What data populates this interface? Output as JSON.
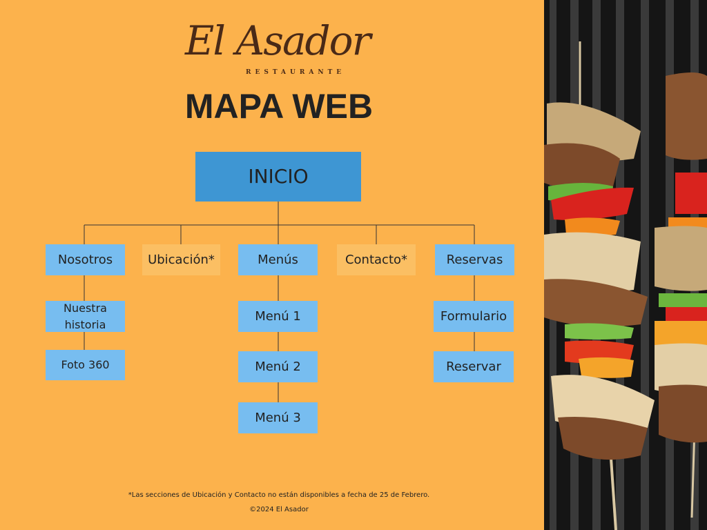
{
  "colors": {
    "background": "#fcb24c",
    "box_blue": "#77bdf0",
    "box_inicio": "#3e96d3",
    "box_pale": "#fbbf63",
    "connector": "#333333",
    "logo_brown": "#4a2a17"
  },
  "logo": {
    "name": "El Asador",
    "tagline": "RESTAURANTE"
  },
  "title": "MAPA WEB",
  "sitemap": {
    "root": "INICIO",
    "sections": {
      "nosotros": {
        "label": "Nosotros",
        "children": [
          "Nuestra historia",
          "Foto 360"
        ]
      },
      "ubicacion": {
        "label": "Ubicación*",
        "children": []
      },
      "menus": {
        "label": "Menús",
        "children": [
          "Menú 1",
          "Menú 2",
          "Menú 3"
        ]
      },
      "contacto": {
        "label": "Contacto*",
        "children": []
      },
      "reservas": {
        "label": "Reservas",
        "children": [
          "Formulario",
          "Reservar"
        ]
      }
    }
  },
  "footnote": "*Las secciones de Ubicación y Contacto no están disponibles a fecha de 25 de Febrero.",
  "copyright": "©2024 El Asador"
}
